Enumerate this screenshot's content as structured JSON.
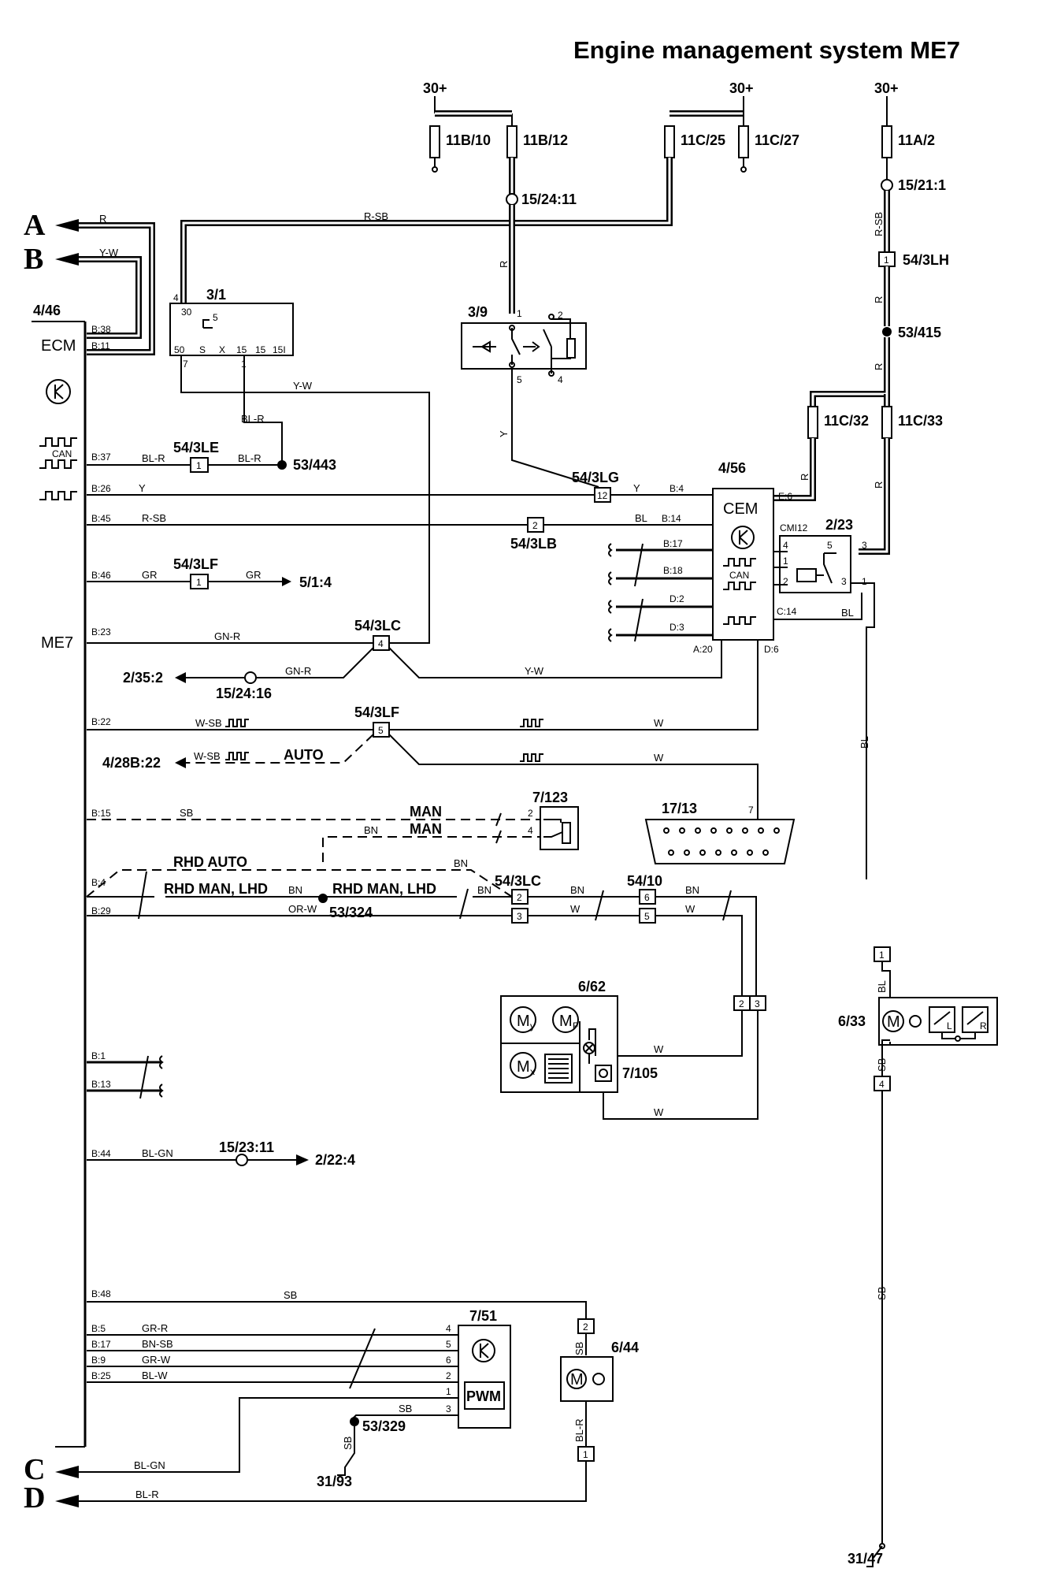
{
  "title": "Engine management system ME7",
  "connectors_left": [
    "A",
    "B",
    "C",
    "D"
  ],
  "ecm": {
    "ref": "4/46",
    "label": "ECM",
    "subsystem": "ME7",
    "can_label": "CAN"
  },
  "power": {
    "p1": "30+",
    "p2": "30+",
    "p3": "30+"
  },
  "fuses": {
    "f11b10": "11B/10",
    "f11b12": "11B/12",
    "f11c25": "11C/25",
    "f11c27": "11C/27",
    "f11a2": "11A/2",
    "f11c32": "11C/32",
    "f11c33": "11C/33"
  },
  "components": {
    "ign": "3/1",
    "sw39": "3/9",
    "cem_ref": "4/56",
    "cem": "CEM",
    "cem_can": "CAN",
    "relay": "2/23",
    "relay_pin": "CMI12",
    "dlc": "17/13",
    "c662": "6/62",
    "c7105": "7/105",
    "c633": "6/33",
    "c751": "7/51",
    "pwm": "PWM",
    "c644": "6/44",
    "c7123": "7/123"
  },
  "splices": {
    "s1": "15/24:11",
    "s2": "15/21:1",
    "s3": "53/415",
    "s4": "53/443",
    "s5": "15/24:16",
    "s6": "53/324",
    "s7": "15/23:11",
    "s8": "53/329",
    "gnd1": "31/93",
    "gnd2": "31/47"
  },
  "connectors": {
    "c3lh": "54/3LH",
    "c3le": "54/3LE",
    "c3lg": "54/3LG",
    "c3lb": "54/3LB",
    "c3lf1": "54/3LF",
    "c3lc1": "54/3LC",
    "c3lf2": "54/3LF",
    "c3lc2": "54/3LC",
    "c5410": "54/10"
  },
  "refs": {
    "r1": "5/1:4",
    "r2": "2/35:2",
    "r3": "4/28B:22",
    "r4": "2/22:4"
  },
  "ecm_pins": [
    "B:38",
    "B:11",
    "B:37",
    "B:26",
    "B:45",
    "B:46",
    "B:23",
    "B:22",
    "B:15",
    "B:4",
    "B:29",
    "B:1",
    "B:13",
    "B:44",
    "B:48",
    "B:5",
    "B:17",
    "B:9",
    "B:25"
  ],
  "cem_pins": [
    "B:4",
    "B:14",
    "B:17",
    "B:18",
    "D:2",
    "D:3",
    "A:20",
    "D:6",
    "E:6",
    "C:14"
  ],
  "ign_pins": [
    "30",
    "50",
    "S",
    "X",
    "15",
    "15",
    "15I",
    "5"
  ],
  "wire_colors": {
    "R": "R",
    "RSB": "R-SB",
    "YW": "Y-W",
    "BLR": "BL-R",
    "Y": "Y",
    "BL": "BL",
    "GR": "GR",
    "GNR": "GN-R",
    "WSB": "W-SB",
    "W": "W",
    "SB": "SB",
    "BN": "BN",
    "ORW": "OR-W",
    "BLGN": "BL-GN",
    "GRR": "GR-R",
    "BNSB": "BN-SB",
    "GRW": "GR-W",
    "BLW": "BL-W"
  },
  "options": {
    "auto": "AUTO",
    "man1": "MAN",
    "man2": "MAN",
    "rhd_auto": "RHD AUTO",
    "rhd_lhd1": "RHD MAN, LHD",
    "rhd_lhd2": "RHD MAN, LHD"
  },
  "motor_subs": {
    "my": "y",
    "mf": "F",
    "mx": "x",
    "L": "L",
    "R": "R"
  }
}
